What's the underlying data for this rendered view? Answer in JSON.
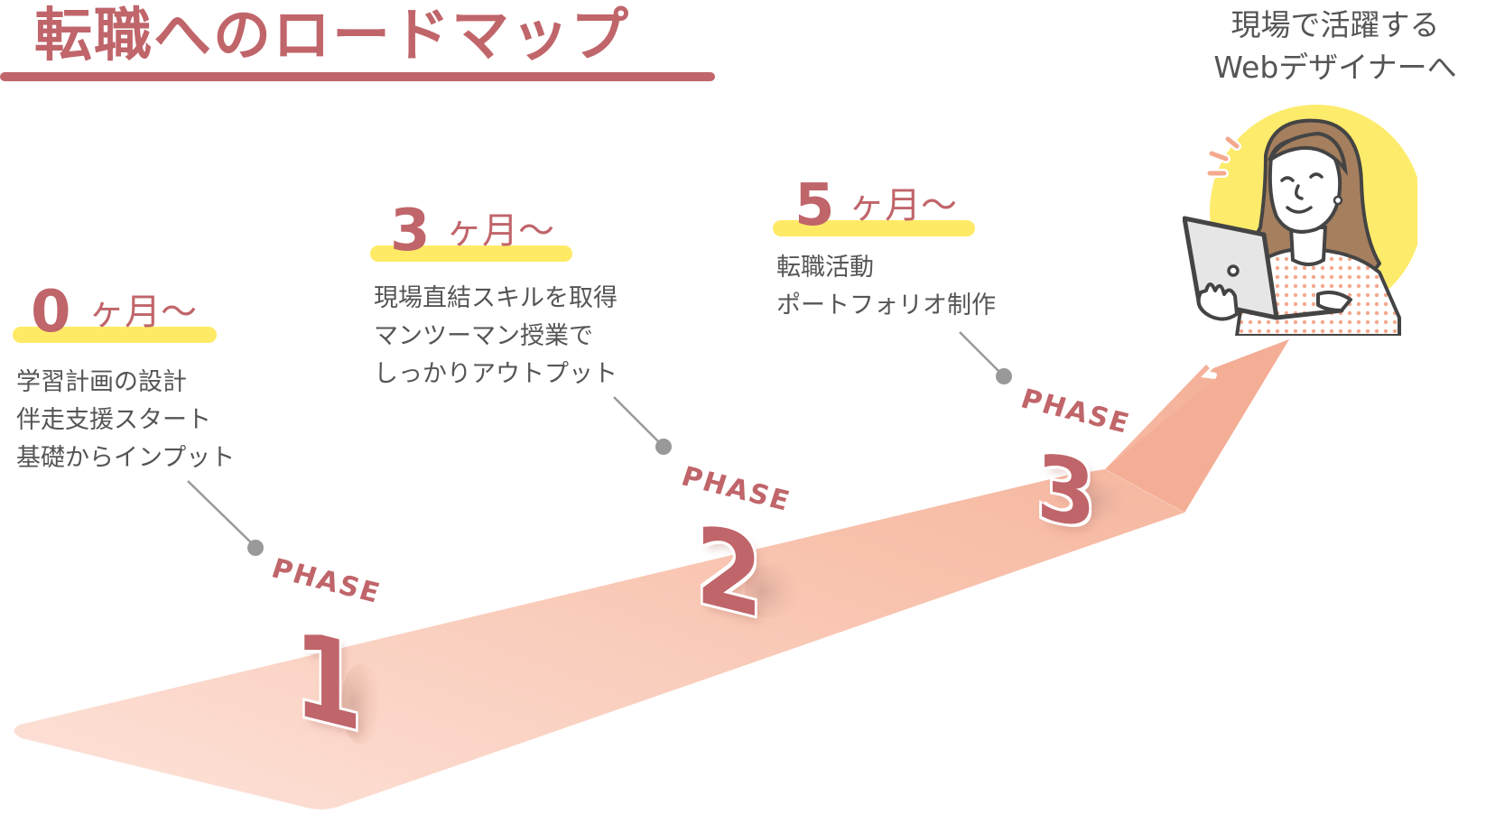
{
  "title": "転職へのロードマップ",
  "goal": {
    "line1": "現場で活躍する",
    "line2": "Webデザイナーへ"
  },
  "colors": {
    "accent": "#c0656a",
    "highlight": "#ffea66",
    "text": "#555555",
    "arrow_light": "#fcdfd5",
    "arrow_dark": "#f4ae96",
    "connector": "#999999",
    "illustration_circle": "#fdeb6b",
    "hair": "#a57f5e",
    "laptop": "#e6e6e6",
    "outline": "#444444"
  },
  "phases": [
    {
      "period_number": "0",
      "period_unit": "ヶ月〜",
      "phase_label": "PHASE",
      "phase_number": "1",
      "lines": [
        "学習計画の設計",
        "伴走支援スタート",
        "基礎からインプット"
      ]
    },
    {
      "period_number": "3",
      "period_unit": "ヶ月〜",
      "phase_label": "PHASE",
      "phase_number": "2",
      "lines": [
        "現場直結スキルを取得",
        "マンツーマン授業で",
        "しっかりアウトプット"
      ]
    },
    {
      "period_number": "5",
      "period_unit": "ヶ月〜",
      "phase_label": "PHASE",
      "phase_number": "3",
      "lines": [
        "転職活動",
        "ポートフォリオ制作"
      ]
    }
  ],
  "illustration": {
    "subject": "woman-with-laptop-smiling"
  }
}
